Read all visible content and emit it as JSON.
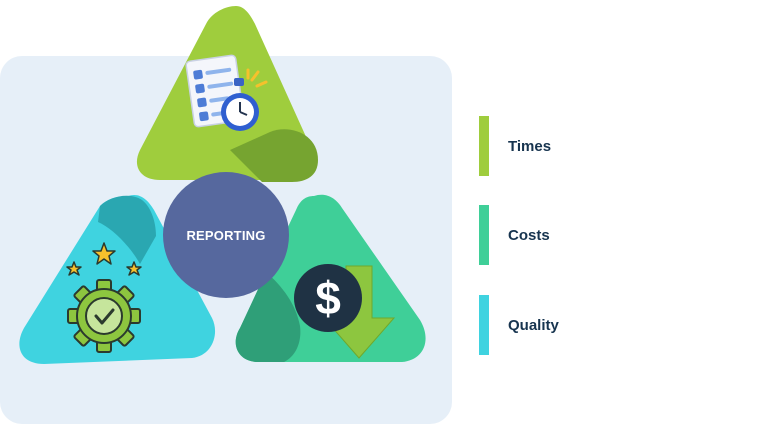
{
  "diagram": {
    "center_label": "REPORTING",
    "center_color": "#56689e",
    "nodes": [
      {
        "label": "Times",
        "color": "#9fcd3d",
        "icon": "checklist-stopwatch-icon"
      },
      {
        "label": "Costs",
        "color": "#3fcf98",
        "icon": "dollar-down-arrow-icon"
      },
      {
        "label": "Quality",
        "color": "#3fd3e0",
        "icon": "gear-check-stars-icon"
      }
    ],
    "dollar_symbol": "$"
  }
}
